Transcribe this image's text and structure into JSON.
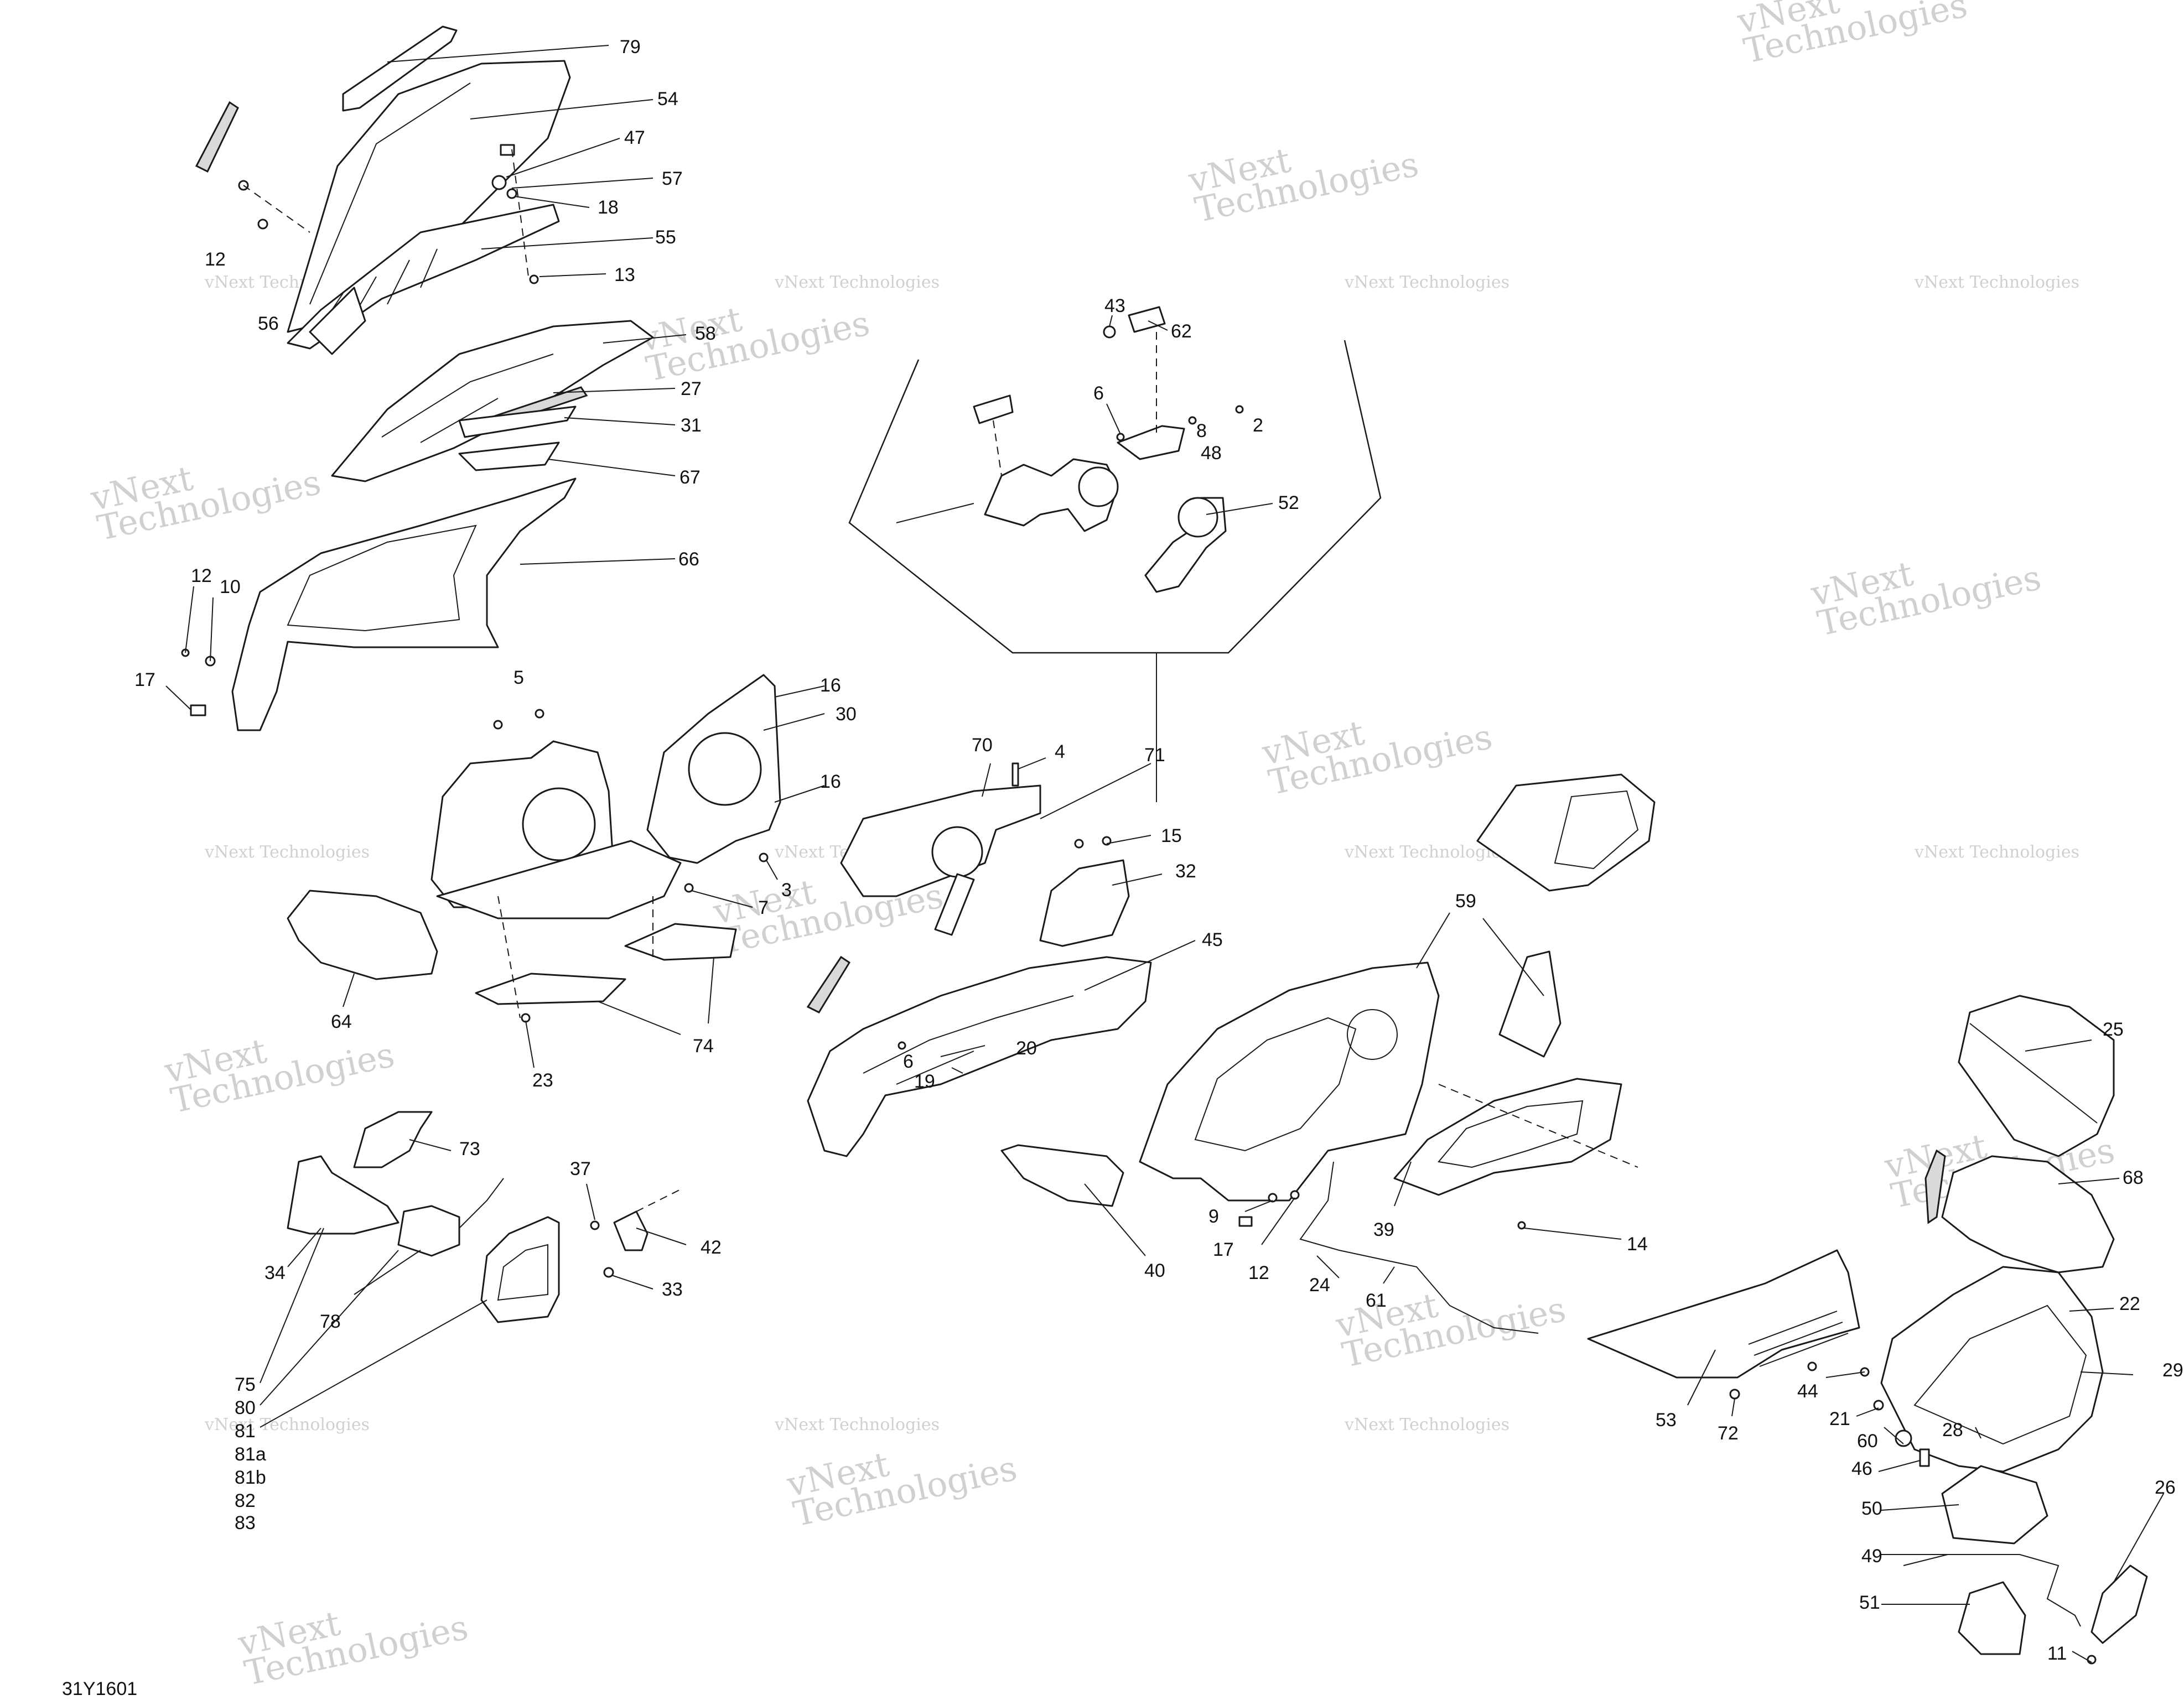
{
  "diagram": {
    "reference_code": "31Y1601",
    "watermark_line1": "vNext",
    "watermark_line2": "Technologies",
    "watermark_small": "vNext Technologies",
    "callouts": [
      {
        "id": "c79",
        "label": "79"
      },
      {
        "id": "c54",
        "label": "54"
      },
      {
        "id": "c47",
        "label": "47"
      },
      {
        "id": "c57",
        "label": "57"
      },
      {
        "id": "c18",
        "label": "18"
      },
      {
        "id": "c55",
        "label": "55"
      },
      {
        "id": "c13",
        "label": "13"
      },
      {
        "id": "c12a",
        "label": "12"
      },
      {
        "id": "c56",
        "label": "56"
      },
      {
        "id": "c58",
        "label": "58"
      },
      {
        "id": "c27",
        "label": "27"
      },
      {
        "id": "c31",
        "label": "31"
      },
      {
        "id": "c67",
        "label": "67"
      },
      {
        "id": "c66",
        "label": "66"
      },
      {
        "id": "c12b",
        "label": "12"
      },
      {
        "id": "c10",
        "label": "10"
      },
      {
        "id": "c17a",
        "label": "17"
      },
      {
        "id": "c43",
        "label": "43"
      },
      {
        "id": "c62",
        "label": "62"
      },
      {
        "id": "c6a",
        "label": "6"
      },
      {
        "id": "c8",
        "label": "8"
      },
      {
        "id": "c2",
        "label": "2"
      },
      {
        "id": "c48",
        "label": "48"
      },
      {
        "id": "c52",
        "label": "52"
      },
      {
        "id": "c71",
        "label": "71"
      },
      {
        "id": "c5",
        "label": "5"
      },
      {
        "id": "c16a",
        "label": "16"
      },
      {
        "id": "c30",
        "label": "30"
      },
      {
        "id": "c16b",
        "label": "16"
      },
      {
        "id": "c70",
        "label": "70"
      },
      {
        "id": "c4",
        "label": "4"
      },
      {
        "id": "c15",
        "label": "15"
      },
      {
        "id": "c32",
        "label": "32"
      },
      {
        "id": "c3",
        "label": "3"
      },
      {
        "id": "c7",
        "label": "7"
      },
      {
        "id": "c64",
        "label": "64"
      },
      {
        "id": "c74",
        "label": "74"
      },
      {
        "id": "c23",
        "label": "23"
      },
      {
        "id": "c45",
        "label": "45"
      },
      {
        "id": "c6b",
        "label": "6"
      },
      {
        "id": "c20",
        "label": "20"
      },
      {
        "id": "c19",
        "label": "19"
      },
      {
        "id": "c59",
        "label": "59"
      },
      {
        "id": "c25",
        "label": "25"
      },
      {
        "id": "c73",
        "label": "73"
      },
      {
        "id": "c37",
        "label": "37"
      },
      {
        "id": "c42",
        "label": "42"
      },
      {
        "id": "c33",
        "label": "33"
      },
      {
        "id": "c34",
        "label": "34"
      },
      {
        "id": "c78",
        "label": "78"
      },
      {
        "id": "c9",
        "label": "9"
      },
      {
        "id": "c17b",
        "label": "17"
      },
      {
        "id": "c12c",
        "label": "12"
      },
      {
        "id": "c40",
        "label": "40"
      },
      {
        "id": "c39",
        "label": "39"
      },
      {
        "id": "c14",
        "label": "14"
      },
      {
        "id": "c24",
        "label": "24"
      },
      {
        "id": "c61",
        "label": "61"
      },
      {
        "id": "c68",
        "label": "68"
      },
      {
        "id": "c22",
        "label": "22"
      },
      {
        "id": "c29",
        "label": "29"
      },
      {
        "id": "c44",
        "label": "44"
      },
      {
        "id": "c21",
        "label": "21"
      },
      {
        "id": "c60",
        "label": "60"
      },
      {
        "id": "c28",
        "label": "28"
      },
      {
        "id": "c46",
        "label": "46"
      },
      {
        "id": "c50",
        "label": "50"
      },
      {
        "id": "c49",
        "label": "49"
      },
      {
        "id": "c26",
        "label": "26"
      },
      {
        "id": "c51",
        "label": "51"
      },
      {
        "id": "c11",
        "label": "11"
      },
      {
        "id": "c53",
        "label": "53"
      },
      {
        "id": "c72",
        "label": "72"
      },
      {
        "id": "c75",
        "label": "75"
      },
      {
        "id": "c80",
        "label": "80"
      },
      {
        "id": "c81",
        "label": "81"
      },
      {
        "id": "c81a",
        "label": "81a"
      },
      {
        "id": "c81b",
        "label": "81b"
      },
      {
        "id": "c82",
        "label": "82"
      },
      {
        "id": "c83",
        "label": "83"
      }
    ]
  }
}
